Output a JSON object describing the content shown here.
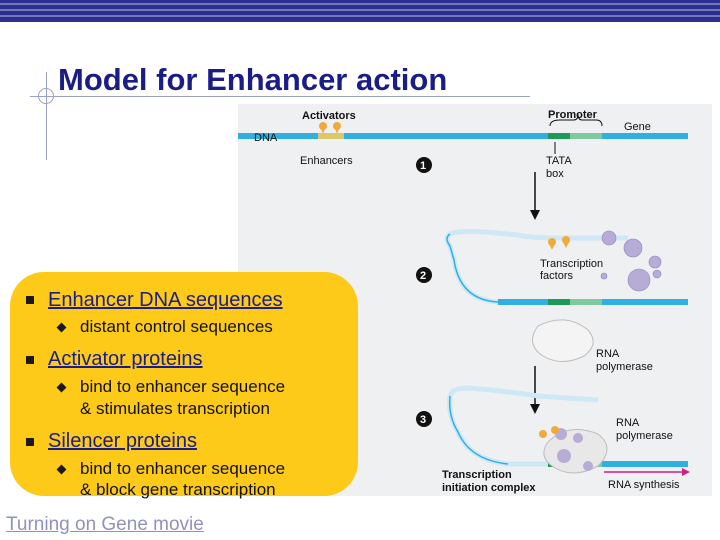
{
  "slide": {
    "title": "Model for Enhancer action",
    "movie_link": "Turning on Gene movie"
  },
  "bullets": [
    {
      "heading": "Enhancer DNA sequences",
      "sub": "distant control sequences"
    },
    {
      "heading": "Activator proteins",
      "sub_line1": "bind to enhancer sequence",
      "sub_line2": "& stimulates transcription"
    },
    {
      "heading": "Silencer proteins",
      "sub_line1": "bind to enhancer sequence",
      "sub_line2": "& block gene transcription"
    }
  ],
  "figure": {
    "labels": {
      "activators": "Activators",
      "promoter": "Promoter",
      "gene": "Gene",
      "dna": "DNA",
      "enhancers": "Enhancers",
      "tata": "TATA",
      "box": "box",
      "transcription": "Transcription",
      "factors": "factors",
      "rna": "RNA",
      "polymerase": "polymerase",
      "rna2": "RNA",
      "polymerase2": "polymerase",
      "tic1": "Transcription",
      "tic2": "initiation complex",
      "rna_synthesis": "RNA synthesis"
    },
    "steps": [
      "1",
      "2",
      "3"
    ]
  },
  "colors": {
    "title": "#1b1d86",
    "bullet_box": "#fdca1a",
    "dna_blue": "#2fb0e0",
    "promoter_green": "#1b9a5a",
    "activator_orange": "#f2a93b",
    "protein_purple": "#b7acd6",
    "rna_arrow": "#d21d8c"
  }
}
